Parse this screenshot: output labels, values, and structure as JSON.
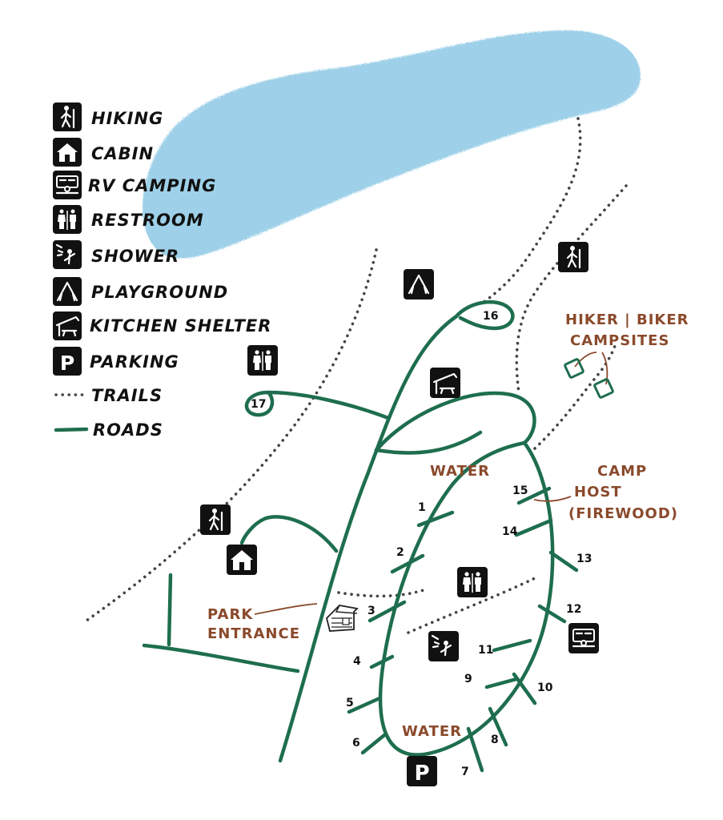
{
  "colors": {
    "lake": "#8ecae6",
    "road": "#1e6e4e",
    "trail": "#444444",
    "annotation": "#8a4a2c",
    "icon": "#111111"
  },
  "legend": [
    {
      "icon": "hiking-icon",
      "label": "HIKING"
    },
    {
      "icon": "cabin-icon",
      "label": "CABIN"
    },
    {
      "icon": "rv-camping-icon",
      "label": "RV CAMPING"
    },
    {
      "icon": "restroom-icon",
      "label": "RESTROOM"
    },
    {
      "icon": "shower-icon",
      "label": "SHOWER"
    },
    {
      "icon": "playground-icon",
      "label": "PLAYGROUND"
    },
    {
      "icon": "kitchen-shelter-icon",
      "label": "KITCHEN SHELTER"
    },
    {
      "icon": "parking-icon",
      "label": "PARKING"
    },
    {
      "icon": "trails-line",
      "label": "TRAILS"
    },
    {
      "icon": "roads-line",
      "label": "ROADS"
    }
  ],
  "labels": {
    "water_top": "WATER",
    "water_bottom": "WATER",
    "hiker_biker_line1": "HIKER | BIKER",
    "hiker_biker_line2": "CAMPSITES",
    "camp_host_line1": "CAMP",
    "camp_host_line2": "HOST",
    "camp_host_line3": "(FIREWOOD)",
    "park_entrance_line1": "PARK",
    "park_entrance_line2": "ENTRANCE",
    "parking_letter": "P"
  },
  "sites": [
    "1",
    "2",
    "3",
    "4",
    "5",
    "6",
    "7",
    "8",
    "9",
    "10",
    "11",
    "12",
    "13",
    "14",
    "15",
    "16",
    "17"
  ]
}
